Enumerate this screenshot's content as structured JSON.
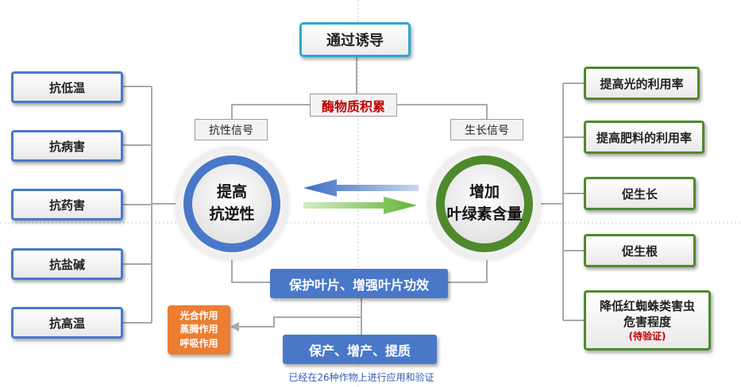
{
  "top_box": "通过诱导",
  "enzyme_label": "酶物质积累",
  "signal_left": "抗性信号",
  "signal_right": "生长信号",
  "circle_left": {
    "line1": "提高",
    "line2": "抗逆性"
  },
  "circle_right": {
    "line1": "增加",
    "line2": "叶绿素含量"
  },
  "left_items": [
    "抗低温",
    "抗病害",
    "抗药害",
    "抗盐碱",
    "抗高温"
  ],
  "right_items": [
    "提高光的利用率",
    "提高肥料的利用率",
    "促生长",
    "促生根"
  ],
  "right_last": {
    "line1": "降低红蜘蛛类害虫",
    "line2": "危害程度",
    "note": "(待验证)"
  },
  "protect_box": "保护叶片、增强叶片功效",
  "orange_box": [
    "光合作用",
    "蒸腾作用",
    "呼吸作用"
  ],
  "yield_box": "保产、增产、提质",
  "footnote": "已经在26种作物上进行应用和验证",
  "colors": {
    "blue": "#4a78c9",
    "green": "#4e8a2c",
    "orange": "#ed7d31",
    "cyan": "#2ea6d6",
    "red_text": "#c00000",
    "green_arrow": "#6cbd3f"
  }
}
